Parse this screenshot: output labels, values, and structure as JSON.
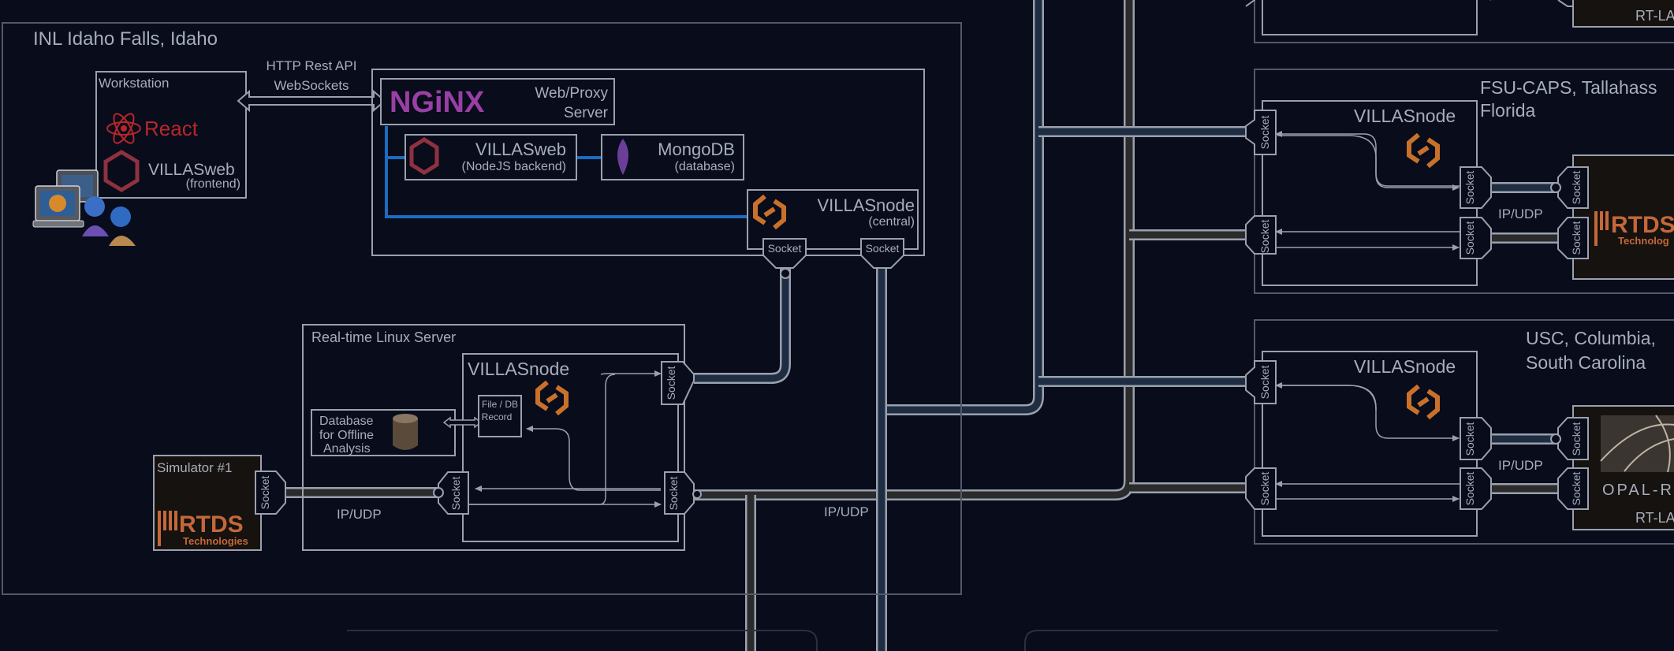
{
  "colors": {
    "background": "#080c1b",
    "box_stroke": "#9aa1ad",
    "site_stroke": "#53596a",
    "text": "#a7aebb",
    "websocket_link": "#1c6cc0",
    "nginx": "#9a3fa6",
    "react": "#b8262a",
    "villasweb": "#8f3140",
    "villasnode": "#c9712a",
    "mongodb": "#6b3f98",
    "udp_link": "#2b2b2b",
    "ws_link": "#1e2d42",
    "rtds": "#c3683a"
  },
  "inl": {
    "title": "INL Idaho Falls, Idaho",
    "workstation_label": "Workstation",
    "react_label": "React",
    "villasweb_fe_label": "VILLASweb",
    "villasweb_fe_sub": "(frontend)",
    "api_label_1": "HTTP Rest API",
    "api_label_2": "WebSockets",
    "nginx_logo": "NGiNX",
    "web_proxy_1": "Web/Proxy",
    "web_proxy_2": "Server",
    "villasweb_be_label": "VILLASweb",
    "villasweb_be_sub": "(NodeJS backend)",
    "mongodb_label": "MongoDB",
    "mongodb_sub": "(database)",
    "central_node_label": "VILLASnode",
    "central_node_sub": "(central)",
    "rt_server_label": "Real-time Linux Server",
    "rt_node_label": "VILLASnode",
    "db_label_1": "Database",
    "db_label_2": "for Offline",
    "db_label_3": "Analysis",
    "record_label_1": "File / DB",
    "record_label_2": "Record",
    "simulator_label": "Simulator #1",
    "ipudp_left": "IP/UDP",
    "ipudp_right": "IP/UDP"
  },
  "socket_label": "Socket",
  "fsu": {
    "title_1": "FSU-CAPS, Tallahass",
    "title_2": "Florida",
    "node_label": "VILLASnode",
    "ipudp": "IP/UDP",
    "rtds_text": "RTDS",
    "rtds_sub": "Technolog"
  },
  "usc": {
    "title_1": "USC, Columbia,",
    "title_2": "South Carolina",
    "node_label": "VILLASnode",
    "ipudp": "IP/UDP",
    "opal_text": "OPAL-R",
    "opal_sub": "RT-LA"
  },
  "top_right_fragment": "RT-LA",
  "rtds_logo": {
    "main": "RTDS",
    "sub": "Technologies"
  }
}
